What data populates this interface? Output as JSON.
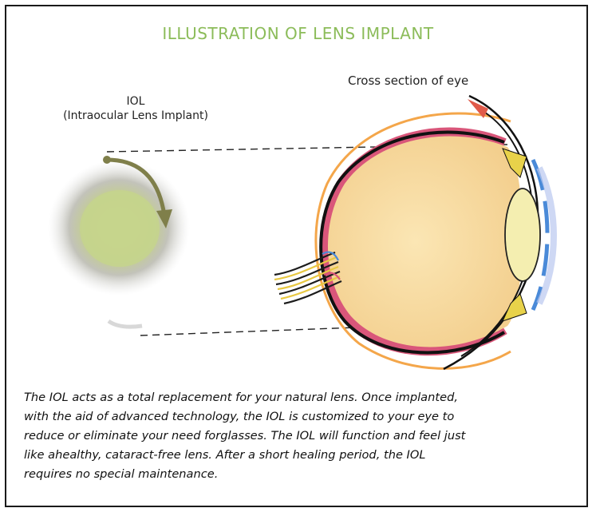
{
  "title": "ILLUSTRATION OF LENS IMPLANT",
  "cross_section_label": "Cross section of eye",
  "iol_label": {
    "line1": "IOL",
    "line2": "(Intraocular Lens Implant)"
  },
  "caption_lines": [
    "The IOL acts as a total replacement for your natural lens. Once implanted,",
    "with the aid of advanced technology, the IOL is customized to your eye to",
    "reduce or eliminate your need forglasses. The IOL will function and feel just",
    "like ahealthy, cataract-free lens. After a short healing period, the IOL",
    "requires no special maintenance."
  ],
  "colors": {
    "title": "#8cbc5a",
    "eyeball": "#f7dca0",
    "choroid": "#d9567a",
    "lens": "#f4eeb0",
    "iol": "#c8d88e",
    "cornea_blue": "#4a8ad8"
  }
}
